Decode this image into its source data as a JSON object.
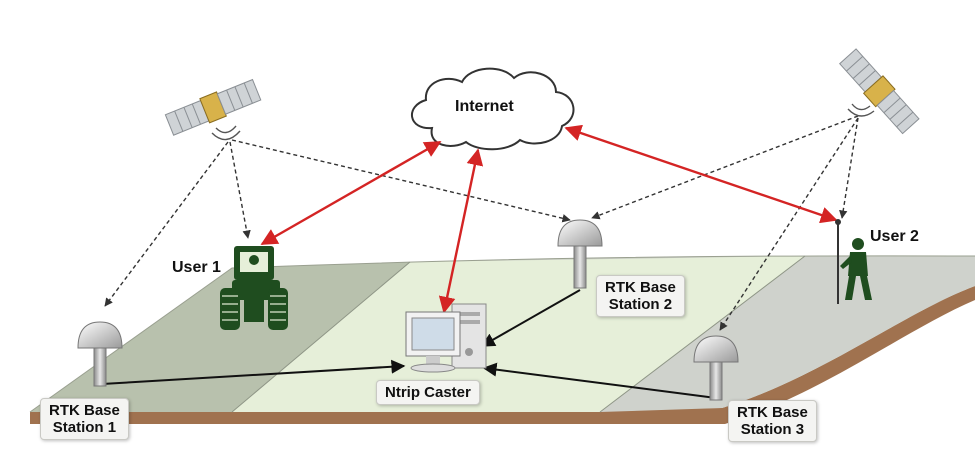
{
  "labels": {
    "internet": "Internet",
    "user1": "User 1",
    "user2": "User 2",
    "ntrip": "Ntrip Caster",
    "base1": [
      "RTK Base",
      "Station 1"
    ],
    "base2": [
      "RTK Base",
      "Station 2"
    ],
    "base3": [
      "RTK Base",
      "Station 3"
    ]
  },
  "colors": {
    "internet_link": "#d42424",
    "satellite_signal": "#333333",
    "data_link": "#111111",
    "field_dark": "#b8c1ad",
    "field_light": "#e6efd9",
    "field_grey": "#cfd2cc",
    "soil": "#a0724f",
    "user_figure": "#1f4d1f"
  },
  "icons": [
    "satellite-icon",
    "cloud-icon",
    "tractor-icon",
    "surveyor-icon",
    "antenna-icon",
    "computer-icon"
  ]
}
